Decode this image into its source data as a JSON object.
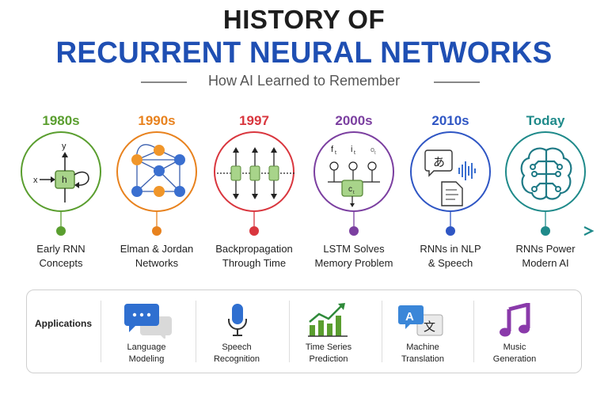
{
  "header": {
    "title_line1": "HISTORY OF",
    "title_line2": "RECURRENT NEURAL NETWORKS",
    "subtitle": "How AI Learned to Remember"
  },
  "timeline": {
    "milestones": [
      {
        "era": "1980s",
        "label_line1": "Early RNN",
        "label_line2": "Concepts",
        "color": "#5a9e2f",
        "icon": "rnn-loop-icon"
      },
      {
        "era": "1990s",
        "label_line1": "Elman & Jordan",
        "label_line2": "Networks",
        "color": "#e8821e",
        "icon": "network-graph-icon"
      },
      {
        "era": "1997",
        "label_line1": "Backpropagation",
        "label_line2": "Through Time",
        "color": "#d9363e",
        "icon": "unrolled-sequence-icon"
      },
      {
        "era": "2000s",
        "label_line1": "LSTM Solves",
        "label_line2": "Memory Problem",
        "color": "#7b3fa0",
        "icon": "lstm-cell-icon"
      },
      {
        "era": "2010s",
        "label_line1": "RNNs in NLP",
        "label_line2": "& Speech",
        "color": "#2f56c4",
        "icon": "nlp-speech-icon"
      },
      {
        "era": "Today",
        "label_line1": "RNNs Power",
        "label_line2": "Modern AI",
        "color": "#1f8a8a",
        "icon": "brain-circuit-icon"
      }
    ],
    "icon_text": {
      "x": "x",
      "y": "y",
      "h": "h",
      "ft": "f",
      "ft_sub": "t",
      "it": "i",
      "it_sub": "t",
      "ot": "o",
      "ot_sub": "t",
      "ct": "c",
      "ct_sub": "t",
      "japanese_char": "あ"
    }
  },
  "applications": {
    "title": "Applications",
    "items": [
      {
        "line1": "Language",
        "line2": "Modeling",
        "icon": "chat-bubbles-icon"
      },
      {
        "line1": "Speech",
        "line2": "Recognition",
        "icon": "microphone-icon"
      },
      {
        "line1": "Time Series",
        "line2": "Prediction",
        "icon": "growth-chart-icon"
      },
      {
        "line1": "Machine",
        "line2": "Translation",
        "icon": "translate-icon"
      },
      {
        "line1": "Music",
        "line2": "Generation",
        "icon": "music-note-icon"
      }
    ],
    "translate_a": "A",
    "translate_wen": "文"
  }
}
